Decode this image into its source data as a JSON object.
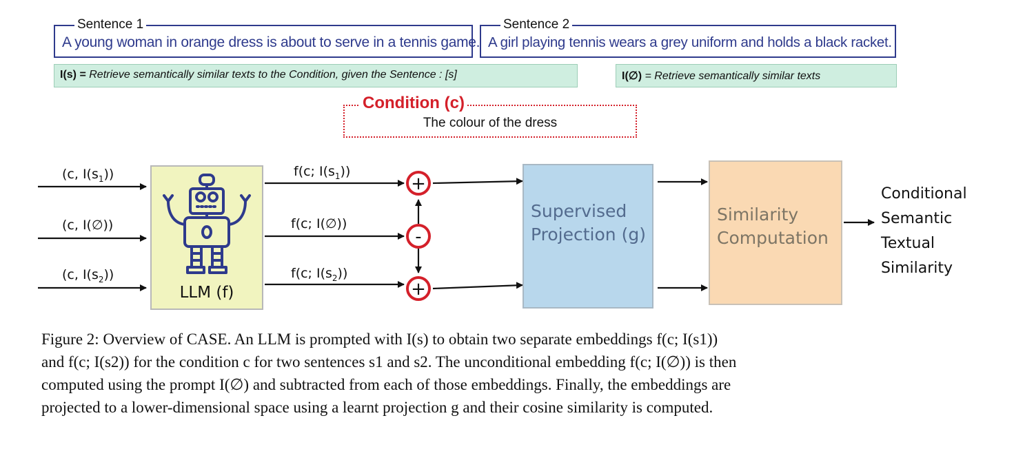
{
  "sentences": [
    {
      "legend": "Sentence 1",
      "text": "A young woman in orange dress is about to serve in a tennis game."
    },
    {
      "legend": "Sentence 2",
      "text": "A girl playing tennis wears a grey uniform and holds a black racket."
    }
  ],
  "prompts": {
    "with_sentence": {
      "key": "I(s) =",
      "text": "Retrieve semantically similar texts to the Condition, given the Sentence : [s]"
    },
    "empty": {
      "key": "I(∅)",
      "text": "= Retrieve semantically similar texts"
    }
  },
  "condition": {
    "title": "Condition (c)",
    "value": "The colour of the dress"
  },
  "inputs": [
    {
      "prefix": "(c, I(s",
      "sub": "1",
      "suffix": "))"
    },
    {
      "prefix": "(c, I(∅))",
      "sub": "",
      "suffix": ""
    },
    {
      "prefix": "(c, I(s",
      "sub": "2",
      "suffix": "))"
    }
  ],
  "embeddings": [
    {
      "prefix": "f(c; I(s",
      "sub": "1",
      "suffix": "))"
    },
    {
      "prefix": "f(c; I(∅))",
      "sub": "",
      "suffix": ""
    },
    {
      "prefix": "f(c; I(s",
      "sub": "2",
      "suffix": "))"
    }
  ],
  "operators": [
    "+",
    "-",
    "+"
  ],
  "blocks": {
    "llm": "LLM (f)",
    "projection": [
      "Supervised",
      "Projection (g)"
    ],
    "similarity": [
      "Similarity",
      "Computation"
    ]
  },
  "output": [
    "Conditional",
    "Semantic",
    "Textual",
    "Similarity"
  ],
  "caption": [
    "Figure 2: Overview of CASE. An LLM is prompted with I(s) to obtain two separate embeddings f(c; I(s1))",
    "and f(c; I(s2)) for the condition c for two sentences s1 and s2. The unconditional embedding f(c; I(∅)) is then",
    "computed using the prompt I(∅) and subtracted from each of those embeddings. Finally, the embeddings are",
    "projected to a lower-dimensional space using a learnt projection g and their cosine similarity is computed."
  ],
  "colors": {
    "sentence_border": "#2e3a8c",
    "prompt_fill": "#cfeee0",
    "condition_red": "#d4202a",
    "llm_fill": "#f1f4bf",
    "projection_fill": "#b8d7ec",
    "similarity_fill": "#fad9b3",
    "robot": "#2e3a8c"
  }
}
